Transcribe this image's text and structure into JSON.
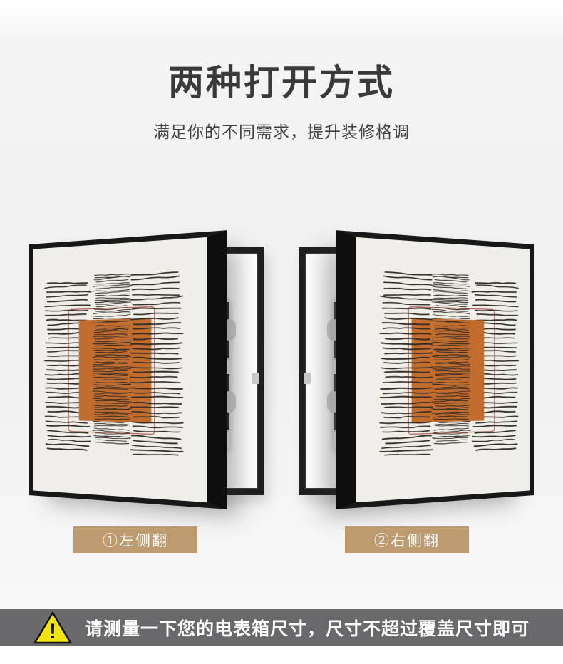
{
  "header": {
    "title": "两种打开方式",
    "subtitle": "满足你的不同需求，提升装修格调"
  },
  "options": [
    {
      "label": "①左侧翻"
    },
    {
      "label": "②右侧翻"
    }
  ],
  "warning": {
    "exclamation": "!",
    "text": "请测量一下您的电表箱尺寸，尺寸不超过覆盖尺寸即可"
  },
  "colors": {
    "badge_bg": "#bd9b6e",
    "warning_bar_bg": "#69696b",
    "warning_triangle_yellow": "#f2e40e",
    "art_orange": "#c26c2e",
    "art_red_outline": "#b4625a",
    "frame_black": "#181818",
    "title_text": "#3a3a3a"
  }
}
